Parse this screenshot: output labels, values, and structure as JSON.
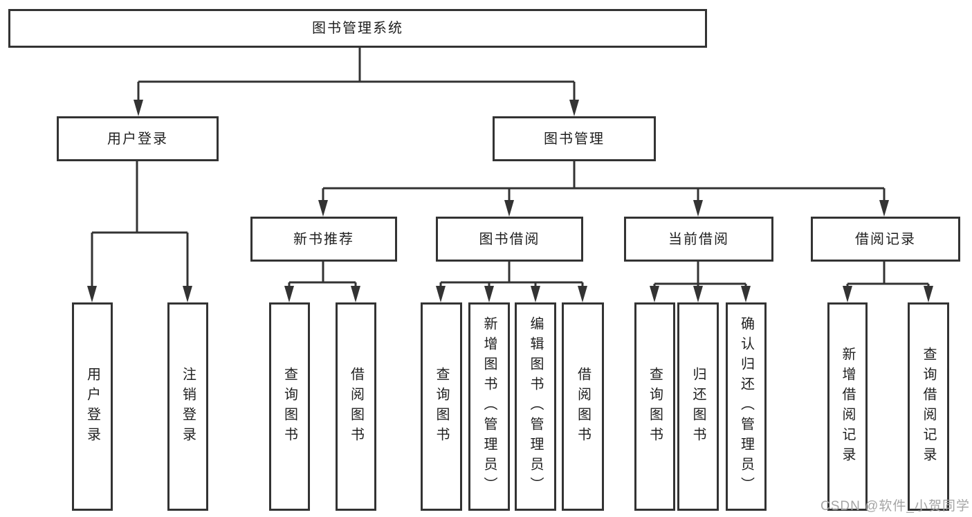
{
  "tree": {
    "label": "图书管理系统",
    "children": [
      {
        "label": "用户登录",
        "children": [
          {
            "label": "用户登录"
          },
          {
            "label": "注销登录"
          }
        ]
      },
      {
        "label": "图书管理",
        "children": [
          {
            "label": "新书推荐",
            "children": [
              {
                "label": "查询图书"
              },
              {
                "label": "借阅图书"
              }
            ]
          },
          {
            "label": "图书借阅",
            "children": [
              {
                "label": "查询图书"
              },
              {
                "label": "新增图书（管理员）"
              },
              {
                "label": "编辑图书（管理员）"
              },
              {
                "label": "借阅图书"
              }
            ]
          },
          {
            "label": "当前借阅",
            "children": [
              {
                "label": "查询图书"
              },
              {
                "label": "归还图书"
              },
              {
                "label": "确认归还（管理员）"
              }
            ]
          },
          {
            "label": "借阅记录",
            "children": [
              {
                "label": "新增借阅记录"
              },
              {
                "label": "查询借阅记录"
              }
            ]
          }
        ]
      }
    ]
  },
  "watermark": {
    "text": "CSDN @软件_小贺同学"
  },
  "colors": {
    "line": "#333333",
    "text": "#1f1f1f",
    "background": "#ffffff",
    "watermark": "#a5a5a5"
  }
}
